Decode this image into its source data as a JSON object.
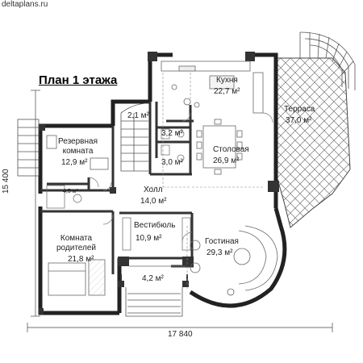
{
  "site": "deltaplans.ru",
  "title": "План 1 этажа",
  "dimensions": {
    "width": "17 840",
    "height": "15 400"
  },
  "rooms": [
    {
      "id": "kitchen",
      "name": "Кухня",
      "area": "22,7 м²"
    },
    {
      "id": "terrace",
      "name": "Терраса",
      "area": "37,0 м²"
    },
    {
      "id": "stairs",
      "name": "",
      "area": "2,1 м²"
    },
    {
      "id": "wc1",
      "name": "",
      "area": "3,2 м²"
    },
    {
      "id": "wc2",
      "name": "",
      "area": "3,0 м²"
    },
    {
      "id": "dining",
      "name": "Столовая",
      "area": "26,9 м²"
    },
    {
      "id": "guest",
      "name": "Резервная комната",
      "name_lines": [
        "Резервная",
        "комната"
      ],
      "area": "12,9 м²"
    },
    {
      "id": "bath",
      "name": "",
      "area": "4,5 м²"
    },
    {
      "id": "hall",
      "name": "Холл",
      "area": "14,0 м²"
    },
    {
      "id": "vestibule",
      "name": "Вестибюль",
      "area": "10,9 м²"
    },
    {
      "id": "parents",
      "name": "Комната родителей",
      "name_lines": [
        "Комната",
        "родителей"
      ],
      "area": "21,8 м²"
    },
    {
      "id": "living",
      "name": "Гостиная",
      "area": "29,3 м²"
    },
    {
      "id": "porch",
      "name": "",
      "area": "4,2 м²"
    }
  ]
}
